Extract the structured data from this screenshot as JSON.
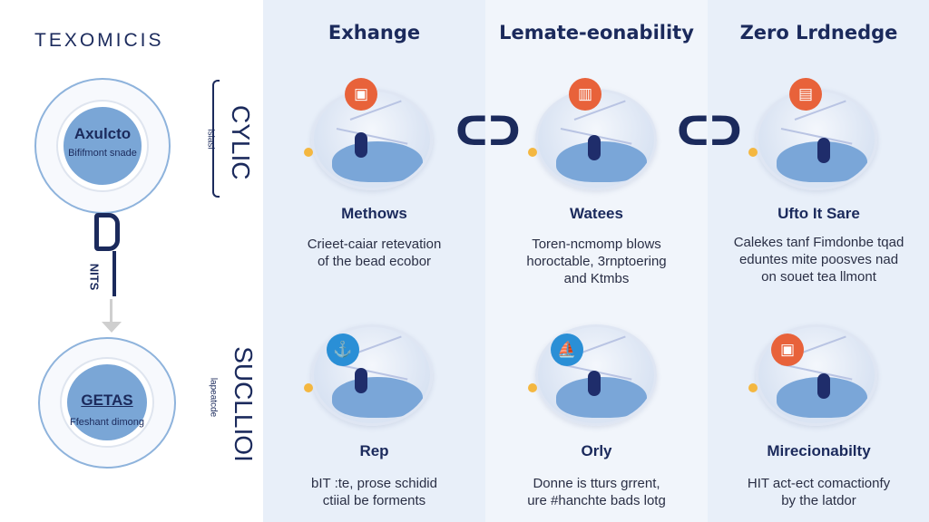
{
  "left": {
    "title": "TEXOMICIS",
    "top_circle": {
      "title": "Axulcto",
      "subtitle": "Bififmont snade"
    },
    "bottom_circle": {
      "title": "GETAS",
      "subtitle": "Ffeshant dimong"
    },
    "top_side_label": "CYLIC",
    "top_side_small": "isiasi",
    "mid_label": "NITS",
    "bottom_side_label": "SUCLLIOI",
    "bottom_side_small": "lapeatcde"
  },
  "columns": [
    {
      "heading": "Exhange",
      "top": {
        "title": "Methows",
        "desc": [
          "Crieet-caiar retevation",
          "of the bead ecobor"
        ],
        "badge_icon": "machine-icon",
        "badge_color": "#e8623a"
      },
      "bottom": {
        "title": "Rep",
        "desc": [
          "bIT :te, prose schidid",
          "ctiial be forments"
        ],
        "badge_icon": "anchor-icon",
        "badge_color": "#2a8fd6"
      }
    },
    {
      "heading": "Lemate-eonability",
      "top": {
        "title": "Watees",
        "desc": [
          "Toren-ncmomp blows",
          "horoctable, 3rnptoering",
          "and Ktmbs"
        ],
        "badge_icon": "building-icon",
        "badge_color": "#e8623a"
      },
      "bottom": {
        "title": "Orly",
        "desc": [
          "Donne is tturs grrent,",
          "ure #hanchte bads lotg"
        ],
        "badge_icon": "ship-icon",
        "badge_color": "#2a8fd6"
      }
    },
    {
      "heading": "Zero Lrdnedge",
      "top": {
        "title": "Ufto It Sare",
        "desc": [
          "Calekes tanf Fimdonbe tqad",
          "eduntes mite poosves nad",
          "on souet tea llmont"
        ],
        "badge_icon": "document-icon",
        "badge_color": "#e8623a"
      },
      "bottom": {
        "title": "Mirecionabilty",
        "desc": [
          "HIT act-ect comactionfy",
          "by the latdor"
        ],
        "badge_icon": "machine-icon",
        "badge_color": "#e8623a"
      }
    }
  ],
  "connector_glyph": "ᑕᑐ"
}
